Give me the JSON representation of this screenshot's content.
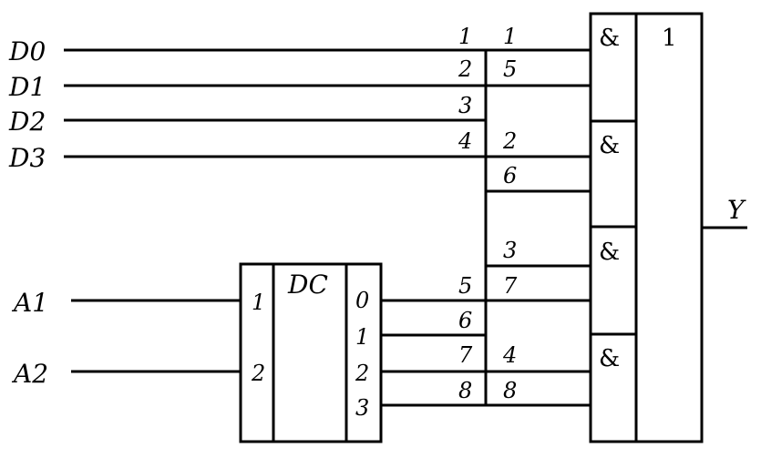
{
  "inputs": {
    "d0": "D0",
    "d1": "D1",
    "d2": "D2",
    "d3": "D3",
    "a1": "A1",
    "a2": "A2"
  },
  "output": {
    "y": "Y"
  },
  "decoder": {
    "title": "DC",
    "in_pins": [
      "1",
      "2"
    ],
    "out_pins": [
      "0",
      "1",
      "2",
      "3"
    ]
  },
  "left_column_numbers": [
    "1",
    "2",
    "3",
    "4",
    "5",
    "6",
    "7",
    "8"
  ],
  "right_column_numbers": [
    "1",
    "5",
    "2",
    "6",
    "3",
    "7",
    "4",
    "8"
  ],
  "gates": {
    "and_symbol": "&",
    "or_symbol": "1"
  }
}
